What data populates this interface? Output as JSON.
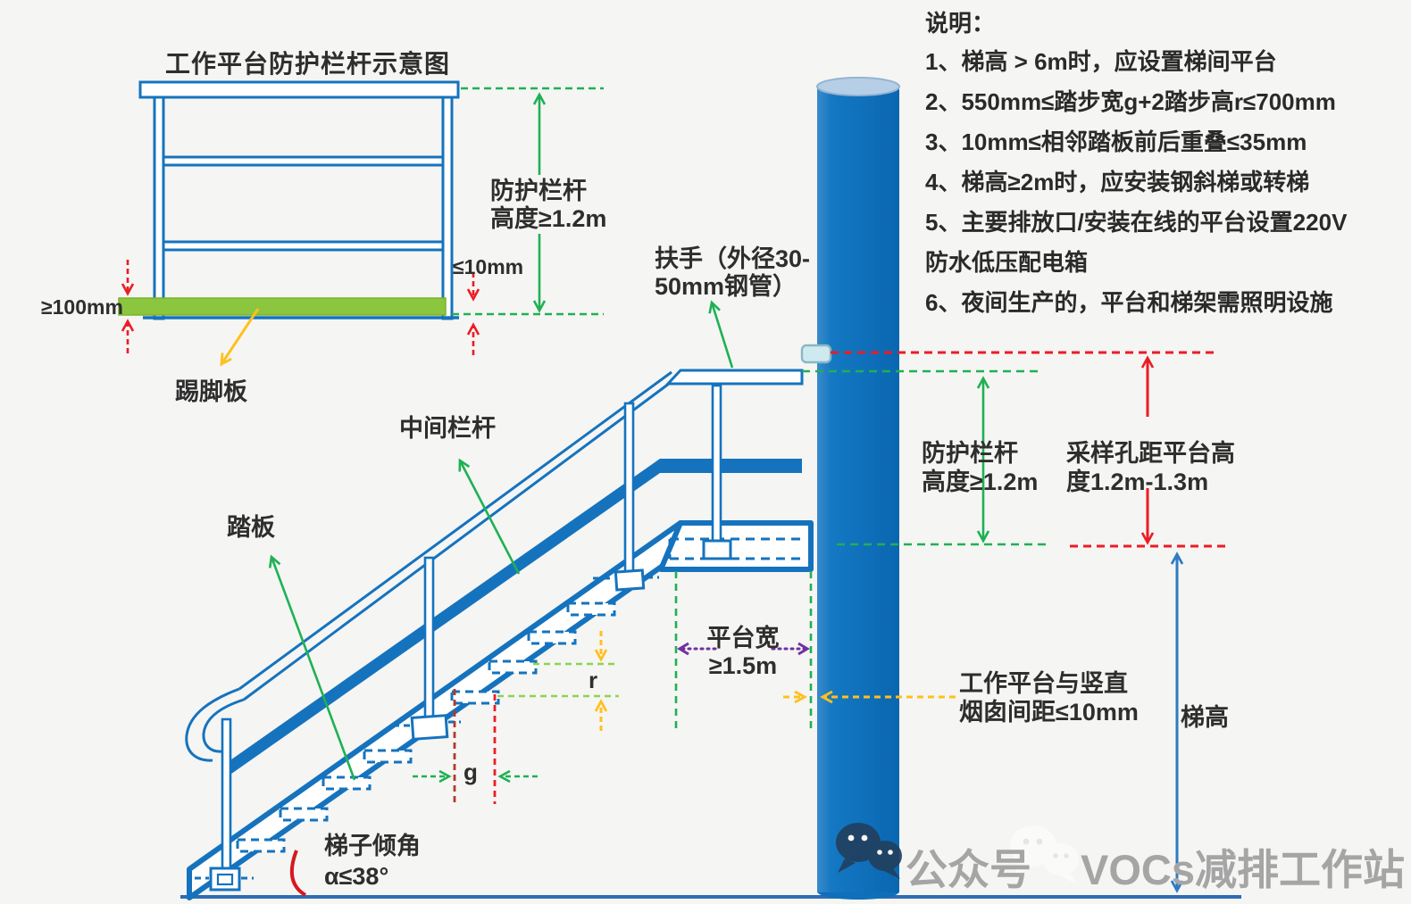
{
  "left_diagram": {
    "title": "工作平台防护栏杆示意图",
    "rail_height_line1": "防护栏杆",
    "rail_height_line2": "高度≥1.2m",
    "clearance": "≤10mm",
    "toeboard_height": "≥100mm",
    "toeboard": "踢脚板"
  },
  "notes": {
    "lines": [
      "说明：",
      "1、梯高 > 6m时，应设置梯间平台",
      "2、550mm≤踏步宽g+2踏步高r≤700mm",
      "3、10mm≤相邻踏板前后重叠≤35mm",
      "4、梯高≥2m时，应安装钢斜梯或转梯",
      "5、主要排放口/安装在线的平台设置220V",
      "防水低压配电箱",
      "6、夜间生产的，平台和梯架需照明设施"
    ]
  },
  "stairs": {
    "mid_rail": "中间栏杆",
    "tread": "踏板",
    "handrail_line1": "扶手（外径30-",
    "handrail_line2": "50mm钢管）",
    "riser": "r",
    "going": "g",
    "angle_line1": "梯子倾角",
    "angle_line2": "α≤38°"
  },
  "platform": {
    "width_line1": "平台宽",
    "width_line2": "≥1.5m",
    "gap_line1": "工作平台与竖直",
    "gap_line2": "烟囱间距≤10mm"
  },
  "right_dims": {
    "guard_line1": "防护栏杆",
    "guard_line2": "高度≥1.2m",
    "sample_line1": "采样孔距平台高",
    "sample_line2": "度1.2m-1.3m",
    "ladder_height": "梯高"
  },
  "watermark": {
    "account_label": "公众号",
    "account_name": "VOCs减排工作站"
  },
  "colors": {
    "structure_blue": "#1573be",
    "stack_blue": "#0f6fba",
    "toeboard_green": "#8cc63e",
    "dim_green": "#1eb153",
    "light_green": "#8ed44f",
    "dim_red": "#ec1c24",
    "dark_red": "#b03a2e",
    "dim_yellow": "#ffc01e",
    "dim_purple": "#7030a0",
    "height_arrow_blue": "#2e7cc3",
    "ground_blue": "#2d6cb3",
    "watermark_gray": "#a5a5a5"
  }
}
